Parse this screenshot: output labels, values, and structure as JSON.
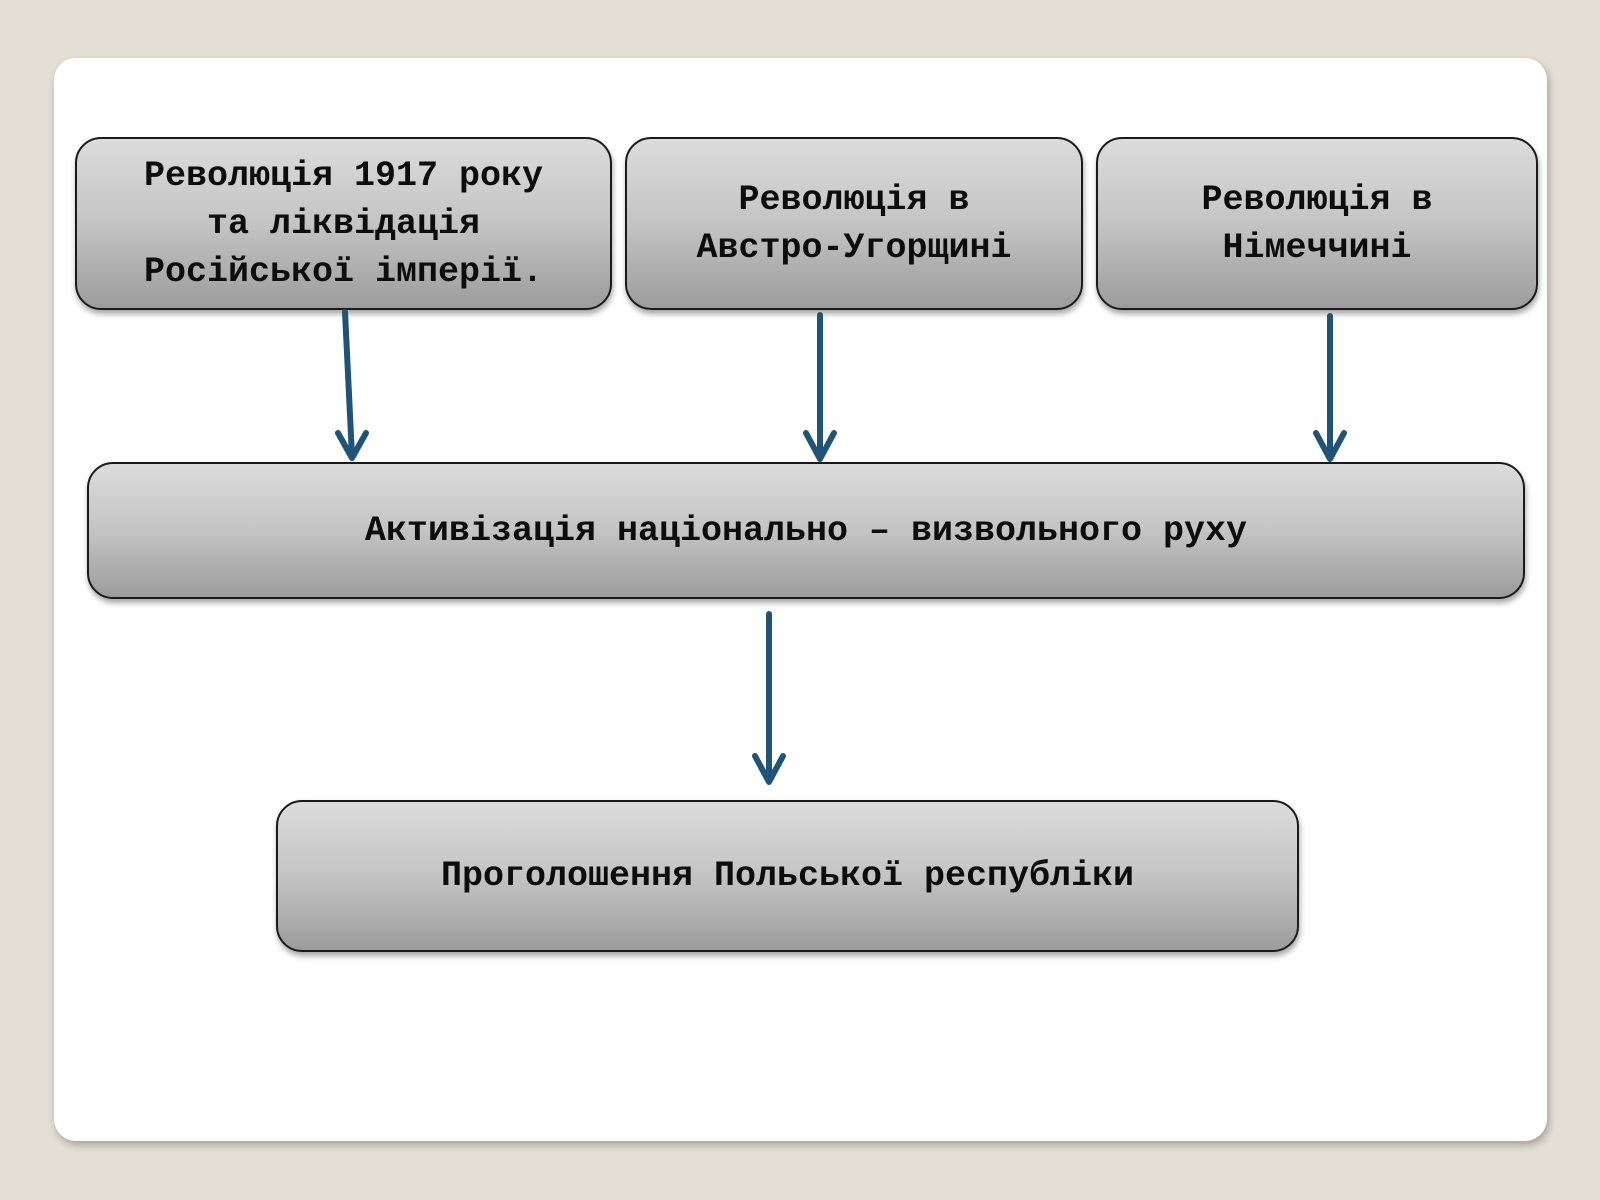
{
  "diagram": {
    "nodes": {
      "russia_revolution": "Революція 1917 року\nта ліквідація\nРосійської імперії.",
      "austria_revolution": "Революція в\nАвстро-Угорщині",
      "germany_revolution": "Революція в\nНімеччині",
      "national_movement": "Активізація національно – визвольного руху",
      "poland_proclamation": "Проголошення Польської республіки"
    },
    "edges": [
      {
        "from": "russia_revolution",
        "to": "national_movement"
      },
      {
        "from": "austria_revolution",
        "to": "national_movement"
      },
      {
        "from": "germany_revolution",
        "to": "national_movement"
      },
      {
        "from": "national_movement",
        "to": "poland_proclamation"
      }
    ],
    "colors": {
      "arrow": "#1f5478",
      "box_top": "#dcdcdc",
      "box_bottom": "#9c9c9c",
      "slide_background": "#ffffff",
      "page_background": "#e4dfd4"
    }
  }
}
